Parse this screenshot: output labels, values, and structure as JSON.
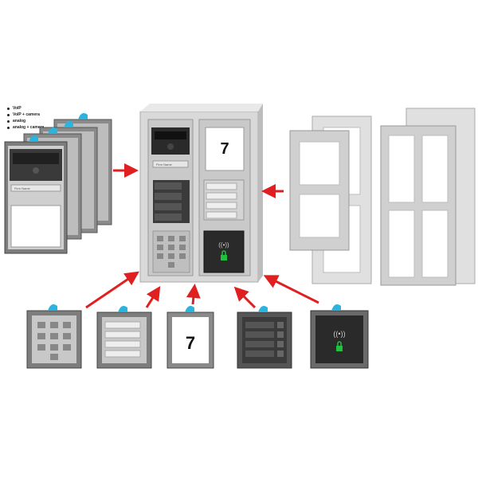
{
  "legend": [
    "VoIP",
    "VoIP + camera",
    "analog",
    "analog + camera"
  ],
  "display_number": "7",
  "module_number": "7",
  "name_label": "Firm Name",
  "icons": [
    "nfc-icon",
    "lock-icon",
    "keypad-icon",
    "camera-icon",
    "mount-clip-icon"
  ],
  "colors": {
    "arrow": "#e02020",
    "clip": "#2ab4e0",
    "frame": "#d9d9d9",
    "panel": "#c9c9c9",
    "dark": "#2a2a2a",
    "lock": "#22c040"
  }
}
